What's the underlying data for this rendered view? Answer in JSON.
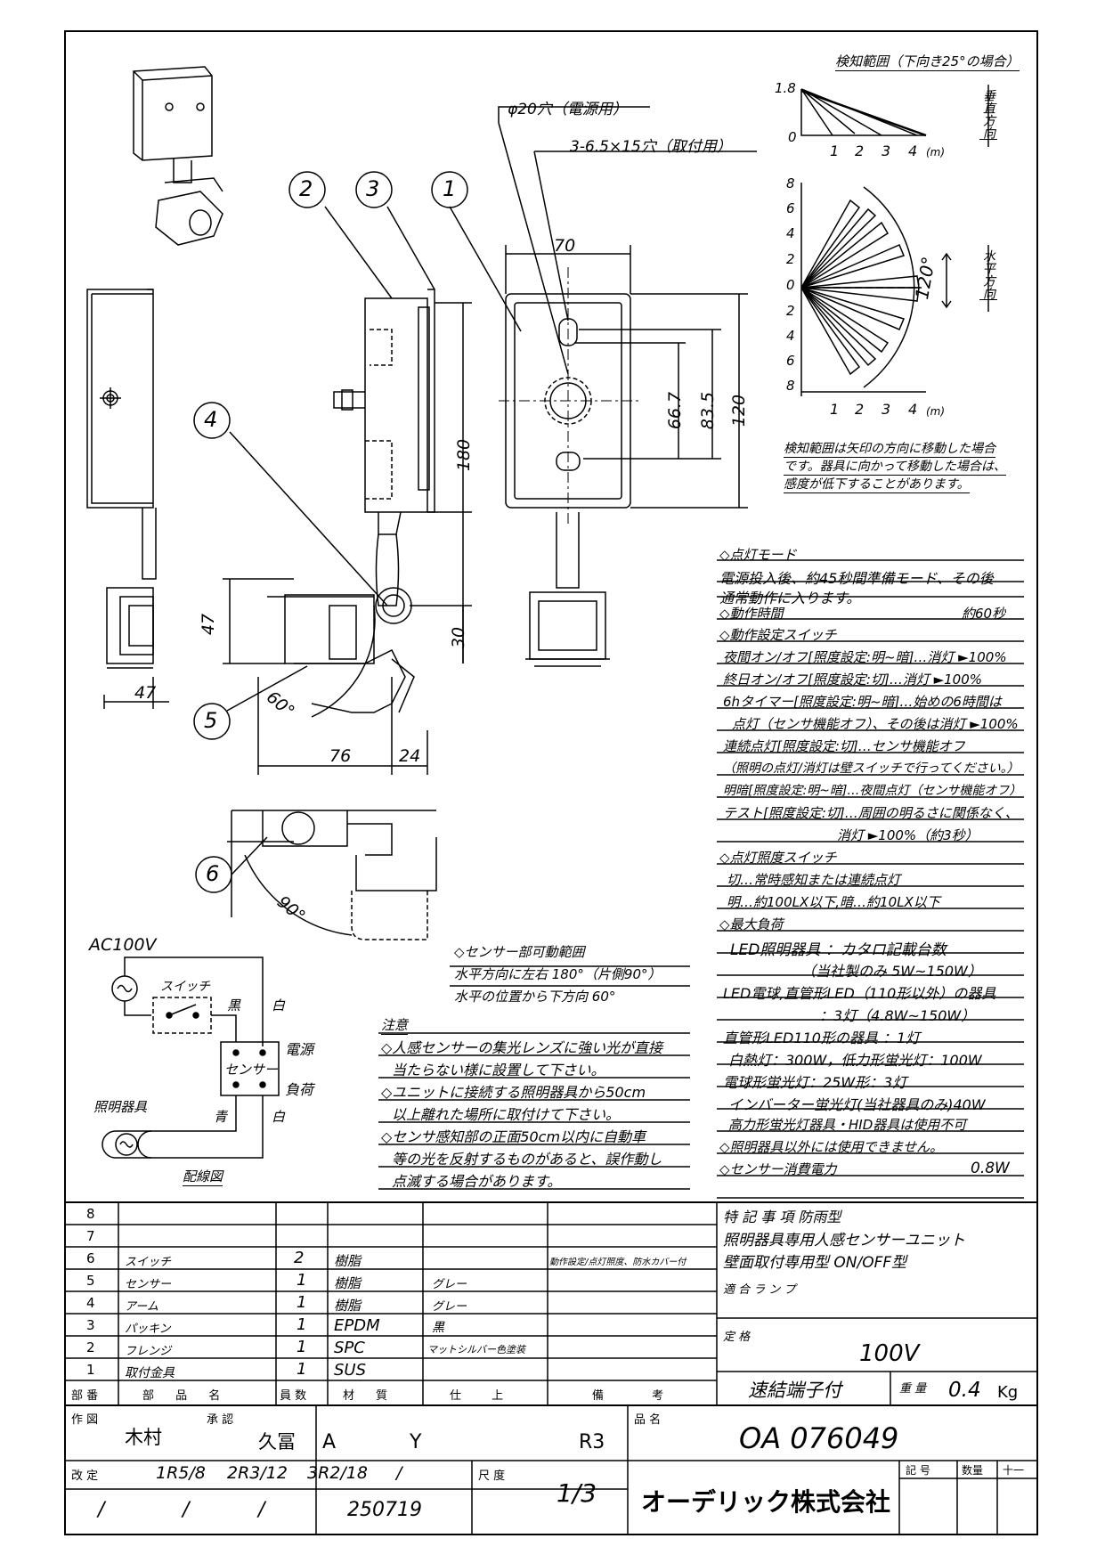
{
  "detection": {
    "title": "検知範囲（下向き25°の場合）",
    "vertical_label": "垂直方向",
    "horizontal_label": "水平方向",
    "v_y_ticks": [
      "1.8",
      "0"
    ],
    "v_x_ticks": [
      "1",
      "2",
      "3",
      "4"
    ],
    "unit": "(m)",
    "h_y_ticks": [
      "8",
      "6",
      "4",
      "2",
      "0",
      "2",
      "4",
      "6",
      "8"
    ],
    "h_x_ticks": [
      "1",
      "2",
      "3",
      "4"
    ],
    "angle": "120°",
    "note": [
      "検知範囲は矢印の方向に移動した場合",
      "です。器具に向かって移動した場合は、",
      "感度が低下することがあります。"
    ]
  },
  "callouts": {
    "hole_power": "φ20穴（電源用）",
    "hole_mount": "3-6.5×15穴（取付用）",
    "n1": "1",
    "n2": "2",
    "n3": "3",
    "n4": "4",
    "n5": "5",
    "n6": "6"
  },
  "dims": {
    "w70": "70",
    "h180": "180",
    "h120": "120",
    "h835": "83.5",
    "h667": "66.7",
    "d47a": "47",
    "d47b": "47",
    "d30": "30",
    "d76": "76",
    "d24": "24",
    "a60": "60°",
    "a90": "90°"
  },
  "spec": {
    "mode_h": "◇点灯モード",
    "mode_1": "電源投入後、約45秒間準備モード、その後",
    "mode_2": "通常動作に入ります。",
    "time_h": "◇動作時間",
    "time_v": "約60秒",
    "sw_h": "◇動作設定スイッチ",
    "sw_1": "夜間オン/オフ[照度設定:明~暗]…消灯 ►100%",
    "sw_2": "終日オン/オフ[照度設定:切]…消灯 ►100%",
    "sw_3": "6hタイマー[照度設定:明~暗]…始めの6時間は",
    "sw_4": "点灯（センサ機能オフ）、その後は消灯 ►100%",
    "sw_5": "連続点灯[照度設定:切]…センサ機能オフ",
    "sw_6": "（照明の点灯/消灯は壁スイッチで行ってください。）",
    "sw_7": "明暗[照度設定:明~暗]…夜間点灯（センサ機能オフ）",
    "sw_8": "テスト[照度設定:切]…周囲の明るさに関係なく、",
    "sw_9": "消灯 ►100%（約3秒）",
    "lux_h": "◇点灯照度スイッチ",
    "lux_1": "切…常時感知または連続点灯",
    "lux_2": "明…約100LX以下,暗…約10LX以下",
    "load_h": "◇最大負荷",
    "load_1": "LED照明器具 ：カタロ記載台数",
    "load_2": "（当社製のみ 5W~150W）",
    "load_3": "LED電球,直管形LED（110形以外）の器具",
    "load_4": "：3灯（4.8W~150W）",
    "load_5": "直管形LED110形の器具 ：1灯",
    "load_6": "白熱灯：300W，低力形蛍光灯：100W",
    "load_7": "電球形蛍光灯：25W形：3灯",
    "load_8": "インバーター蛍光灯(当社器具のみ)40W",
    "load_9": "高力形蛍光灯器具・HID器具は使用不可",
    "load_10": "◇照明器具以外には使用できません。",
    "pw_h": "◇センサー消費電力",
    "pw_v": "0.8W"
  },
  "range": {
    "h": "◇センサー部可動範囲",
    "l1": "水平方向に左右 180°（片側90°）",
    "l2": "水平の位置から下方向 60°"
  },
  "caution": {
    "h": "注意",
    "l1": "◇人感センサーの集光レンズに強い光が直接",
    "l2": "当たらない様に設置して下さい。",
    "l3": "◇ユニットに接続する照明器具から50cm",
    "l4": "以上離れた場所に取付けて下さい。",
    "l5": "◇センサ感知部の正面50cm以内に自動車",
    "l6": "等の光を反射するものがあると、誤作動し",
    "l7": "点滅する場合があります。"
  },
  "wiring": {
    "ac": "AC100V",
    "switch": "スイッチ",
    "black": "黒",
    "white1": "白",
    "white2": "白",
    "blue": "青",
    "power": "電源",
    "load": "負荷",
    "sensor": "センサー",
    "lamp": "照明器具",
    "caption": "配線図"
  },
  "parts": {
    "rows": [
      {
        "no": "8",
        "name": "",
        "qty": "",
        "mat": "",
        "spec": "",
        "note": ""
      },
      {
        "no": "7",
        "name": "",
        "qty": "",
        "mat": "",
        "spec": "",
        "note": ""
      },
      {
        "no": "6",
        "name": "スイッチ",
        "qty": "2",
        "mat": "樹脂",
        "spec": "",
        "note": "動作設定/点灯照度、防水カバー付"
      },
      {
        "no": "5",
        "name": "センサー",
        "qty": "1",
        "mat": "樹脂",
        "spec": "グレー",
        "note": ""
      },
      {
        "no": "4",
        "name": "アーム",
        "qty": "1",
        "mat": "樹脂",
        "spec": "グレー",
        "note": ""
      },
      {
        "no": "3",
        "name": "パッキン",
        "qty": "1",
        "mat": "EPDM",
        "spec": "黒",
        "note": ""
      },
      {
        "no": "2",
        "name": "フレンジ",
        "qty": "1",
        "mat": "SPC",
        "spec": "マットシルバー色塗装",
        "note": ""
      },
      {
        "no": "1",
        "name": "取付金具",
        "qty": "1",
        "mat": "SUS",
        "spec": "",
        "note": ""
      }
    ],
    "headers": [
      "部 番",
      "部 品 名",
      "員 数",
      "材 質",
      "仕 上",
      "備 考"
    ]
  },
  "notes_block": {
    "l1": "特 記 事 項 防雨型",
    "l2": "照明器具専用人感センサーユニット",
    "l3": "壁面取付専用型 ON/OFF型",
    "lamp_label": "適 合 ラ ン プ",
    "rating_label": "定 格",
    "rating": "100V",
    "terminal": "速結端子付",
    "weight_label": "重 量",
    "weight": "0.4",
    "weight_unit": "Kg"
  },
  "title_block": {
    "drawn_label": "作 図",
    "drawn": "木村",
    "approved_label": "承 認",
    "approved": "久冨",
    "a": "A",
    "y": "Y",
    "r": "R3",
    "product_label": "品 名",
    "product": "OA 076049",
    "rev_label": "改 定",
    "rev1": "1R5/8",
    "rev2": "2R3/12",
    "rev3": "3R2/18",
    "slash": "/",
    "scale_label": "尺 度",
    "scale": "1/3",
    "code": "250719",
    "company": "オーデリック株式会社",
    "symbol": "記 号",
    "qty": "数量",
    "ten_one": "十一"
  }
}
